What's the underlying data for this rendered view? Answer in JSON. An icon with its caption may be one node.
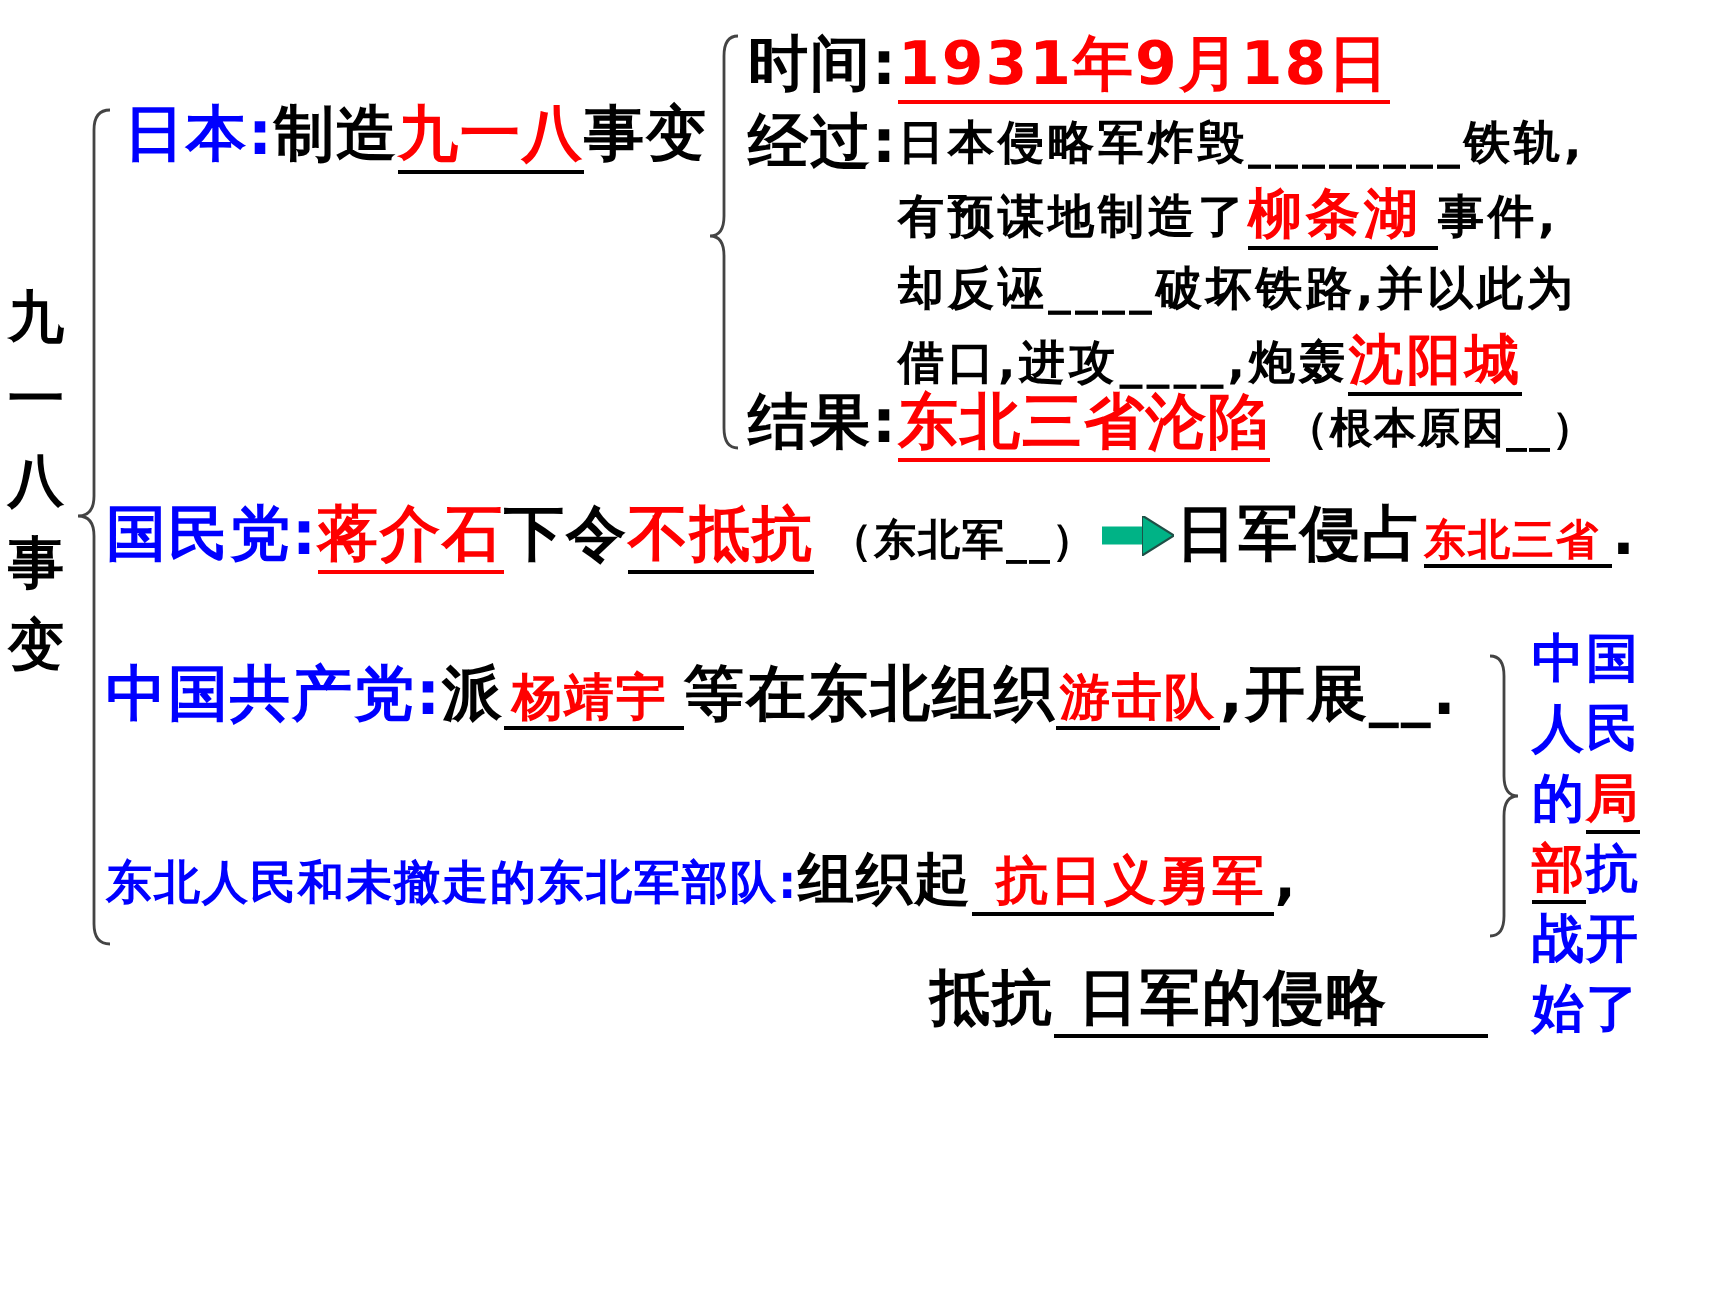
{
  "diagram": {
    "title": "九一八事变",
    "nodes": [
      {
        "text": [
          "国民党:",
          "蒋介石",
          "下令",
          "不抵抗",
          "（东北军__）"
        ]
      },
      {
        "text": [
          "日军侵占",
          "东北三省",
          "."
        ]
      }
    ],
    "edges": [
      {
        "from": 0,
        "to": 1,
        "arrow": "to",
        "color": "#00b386"
      }
    ],
    "labels": [
      "日本:",
      "制造",
      "九一八",
      "事变",
      "时间:",
      "1931年9月18日",
      "经过:",
      "日本侵略军炸毁________铁轨,有预谋地制造了",
      "柳条湖",
      "事件,却反诬____破坏铁路,并以此为借口,进攻____,炮轰",
      "沈阳城",
      "结果:",
      "东北三省沦陷",
      "（根本原因__）",
      "中国共产党:",
      "派",
      "杨靖宇",
      "等在东北组织",
      "游击队",
      ",开展__.",
      "东北人民和未撤走的东北军部队:",
      "组织起",
      "抗日义勇军",
      ",",
      "抵抗",
      "日军的侵略",
      "中国人民的",
      "局部",
      "抗战开始了"
    ]
  }
}
